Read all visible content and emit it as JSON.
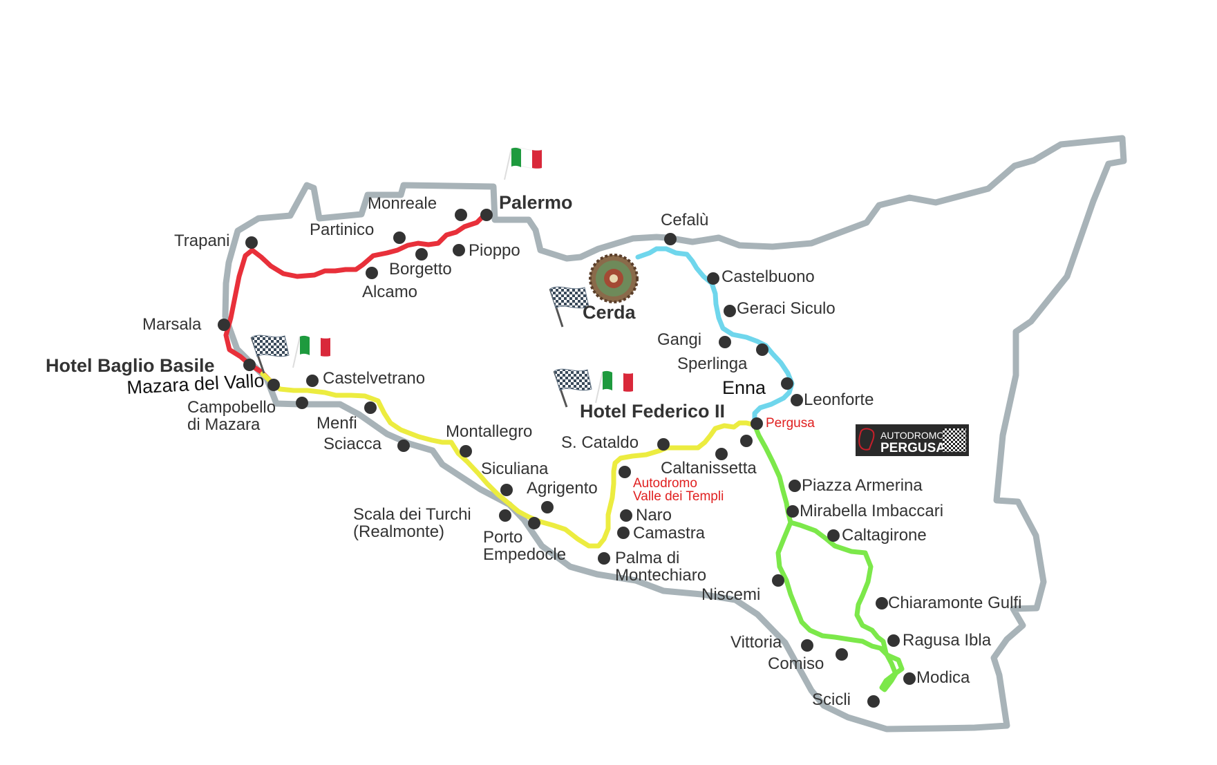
{
  "colors": {
    "outline": "#a8b3b8",
    "route_red": "#e8303a",
    "route_yellow": "#ecec40",
    "route_cyan": "#6fd6ec",
    "route_green": "#7ce84a",
    "marker": "#333333",
    "label": "#333333",
    "accent_red": "#e02020",
    "logo_bg": "#2a2a2a"
  },
  "cities": {
    "palermo": "Palermo",
    "monreale": "Monreale",
    "partinico": "Partinico",
    "pioppo": "Pioppo",
    "borgetto": "Borgetto",
    "alcamo": "Alcamo",
    "trapani": "Trapani",
    "marsala": "Marsala",
    "hotel_baglio": "Hotel Baglio Basile",
    "mazara": "Mazara del Vallo",
    "castelvetrano": "Castelvetrano",
    "campobello_1": "Campobello",
    "campobello_2": "di Mazara",
    "menfi": "Menfi",
    "sciacca": "Sciacca",
    "montallegro": "Montallegro",
    "siculiana": "Siculiana",
    "agrigento": "Agrigento",
    "scala_1": "Scala dei Turchi",
    "scala_2": "(Realmonte)",
    "porto_1": "Porto",
    "porto_2": "Empedocle",
    "palma_1": "Palma di",
    "palma_2": "Montechiaro",
    "camastra": "Camastra",
    "naro": "Naro",
    "cataldo": "S. Cataldo",
    "caltanissetta": "Caltanissetta",
    "hotel_federico": "Hotel Federico II",
    "pergusa": "Pergusa",
    "enna": "Enna",
    "leonforte": "Leonforte",
    "sperlinga": "Sperlinga",
    "gangi": "Gangi",
    "geraci": "Geraci Siculo",
    "castelbuono": "Castelbuono",
    "cefalu": "Cefalù",
    "cerda": "Cerda",
    "piazza": "Piazza Armerina",
    "mirabella": "Mirabella Imbaccari",
    "caltagirone": "Caltagirone",
    "niscemi": "Niscemi",
    "chiaramonte": "Chiaramonte Gulfi",
    "ragusa": "Ragusa Ibla",
    "modica": "Modica",
    "scicli": "Scicli",
    "comiso": "Comiso",
    "vittoria": "Vittoria"
  },
  "circuits": {
    "valle_1": "Autodromo",
    "valle_2": "Valle dei Templi"
  },
  "logo": {
    "line1": "AUTODROMO",
    "line2": "PERGUSA"
  },
  "icons": {
    "checkered_flag": "checkered-flag-icon",
    "italian_flag": "italian-flag-icon",
    "rally_badge": "rally-badge-icon"
  }
}
